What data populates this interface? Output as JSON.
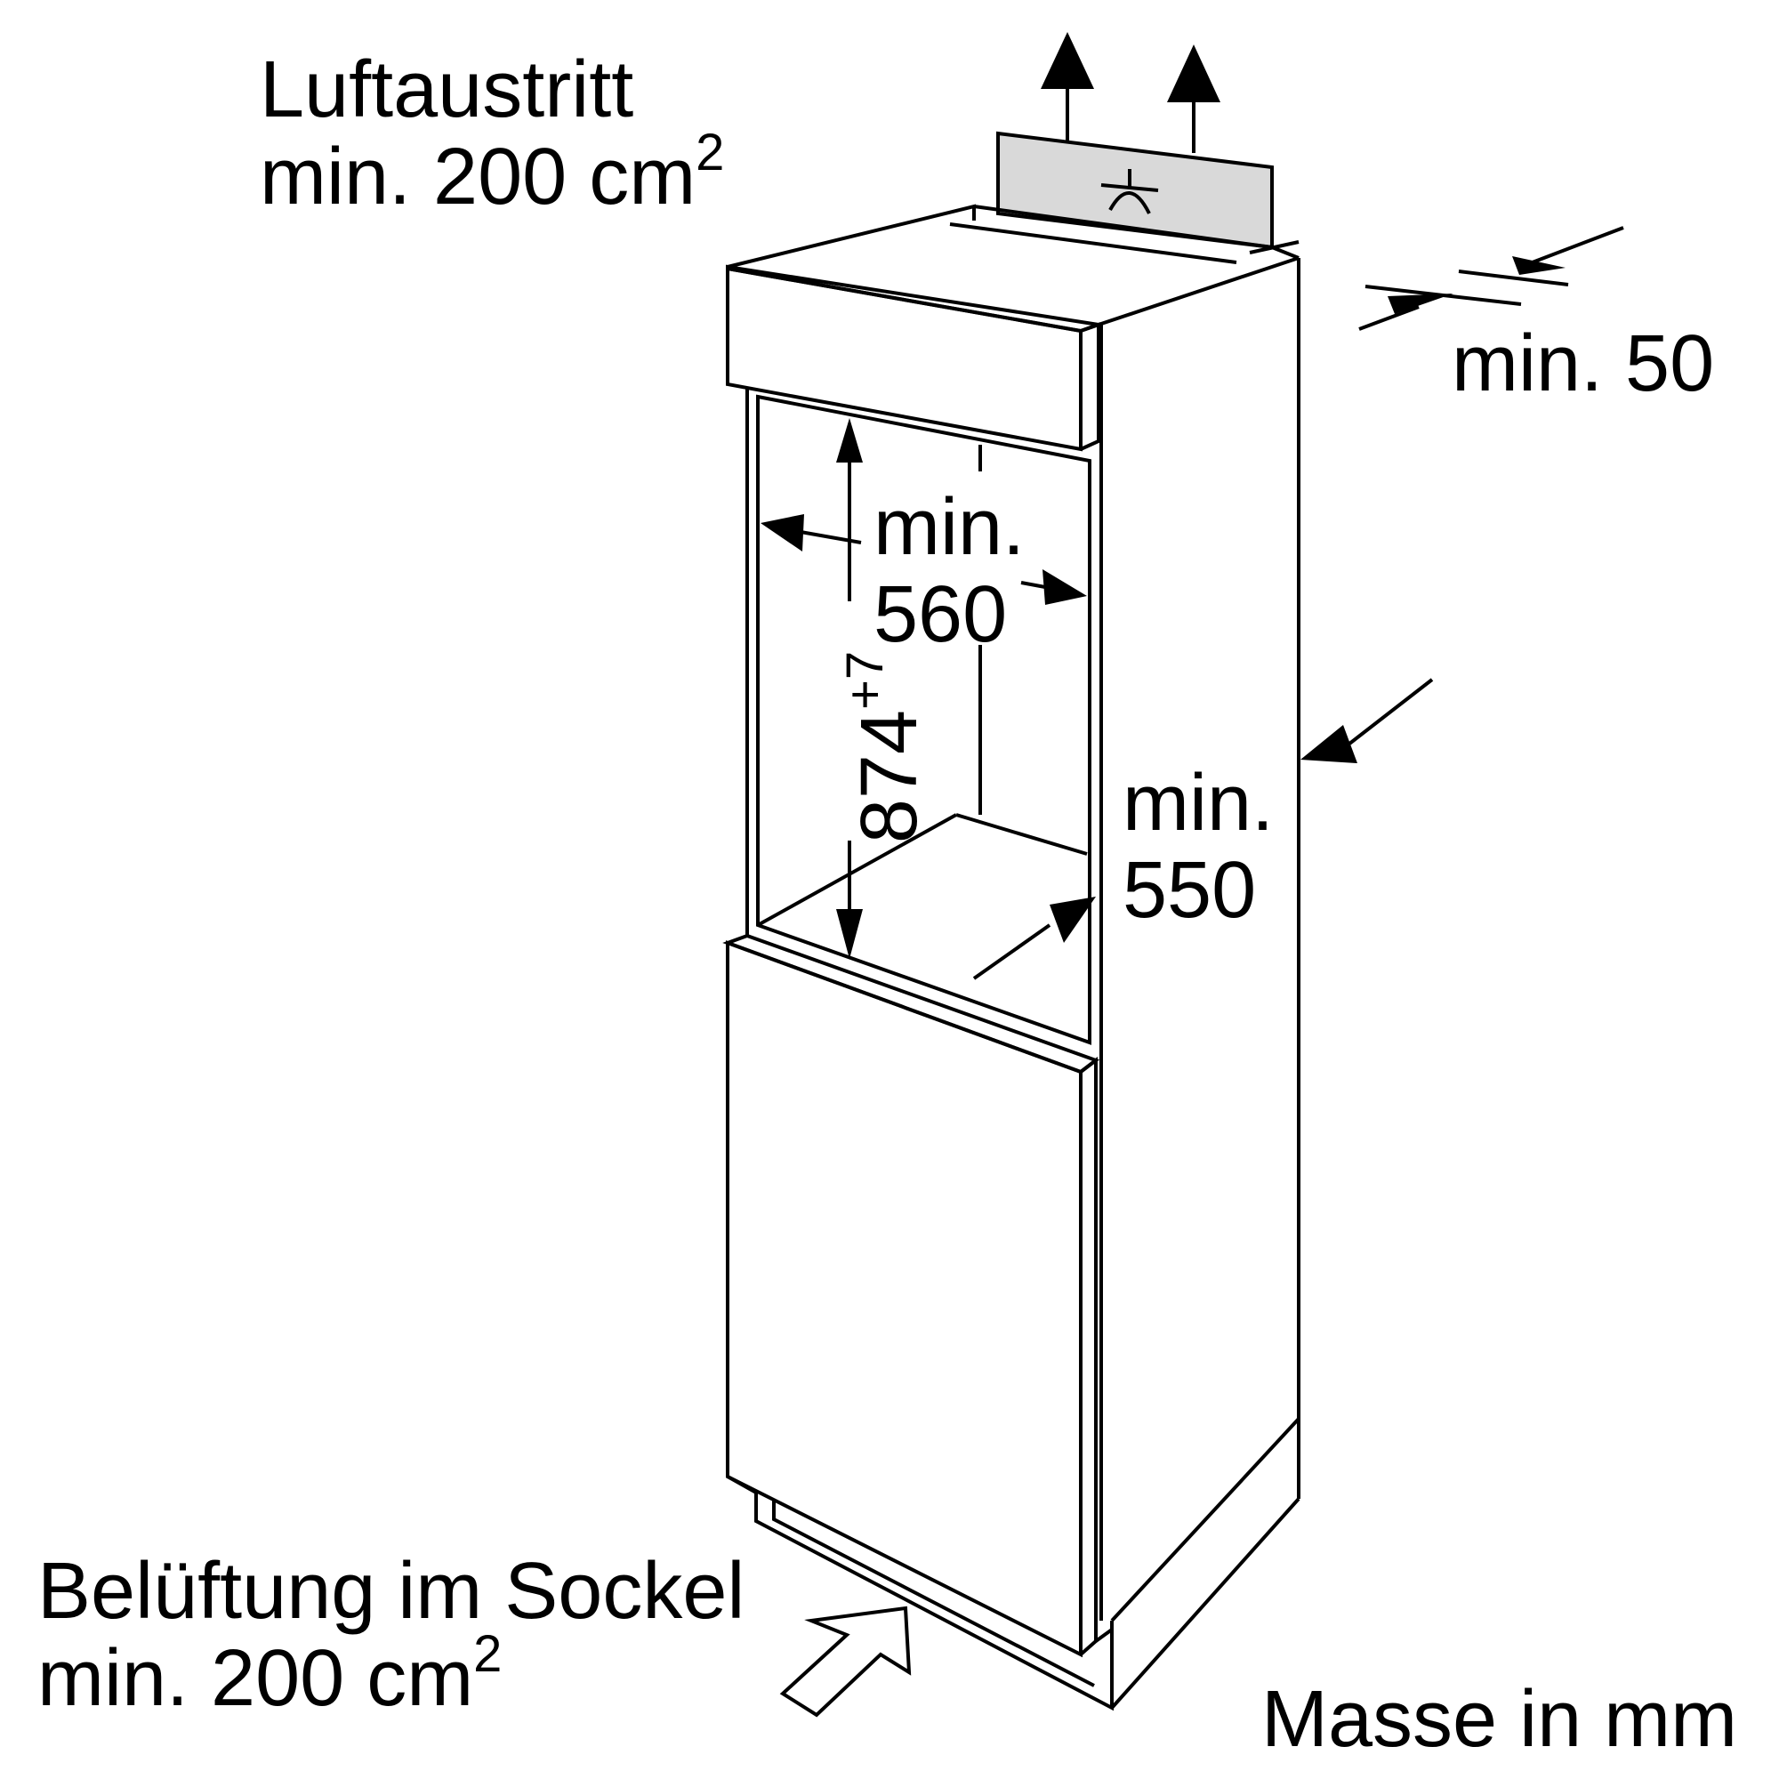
{
  "labels": {
    "air_outlet": {
      "line1": "Luftaustritt",
      "line2_prefix": "min. 200 cm",
      "line2_sup": "2"
    },
    "base_ventilation": {
      "line1": "Belüftung im Sockel",
      "line2_prefix": "min. 200 cm",
      "line2_sup": "2"
    },
    "clearance_top": "min. 50",
    "niche_width": {
      "line1": "min.",
      "line2": "560"
    },
    "niche_height": {
      "value": "874",
      "tolerance": "+7"
    },
    "cabinet_depth": {
      "line1": "min.",
      "line2": "550"
    },
    "units": "Masse in mm"
  },
  "colors": {
    "line": "#000000",
    "background": "#ffffff",
    "vent_grille": "#d9d9d9"
  }
}
